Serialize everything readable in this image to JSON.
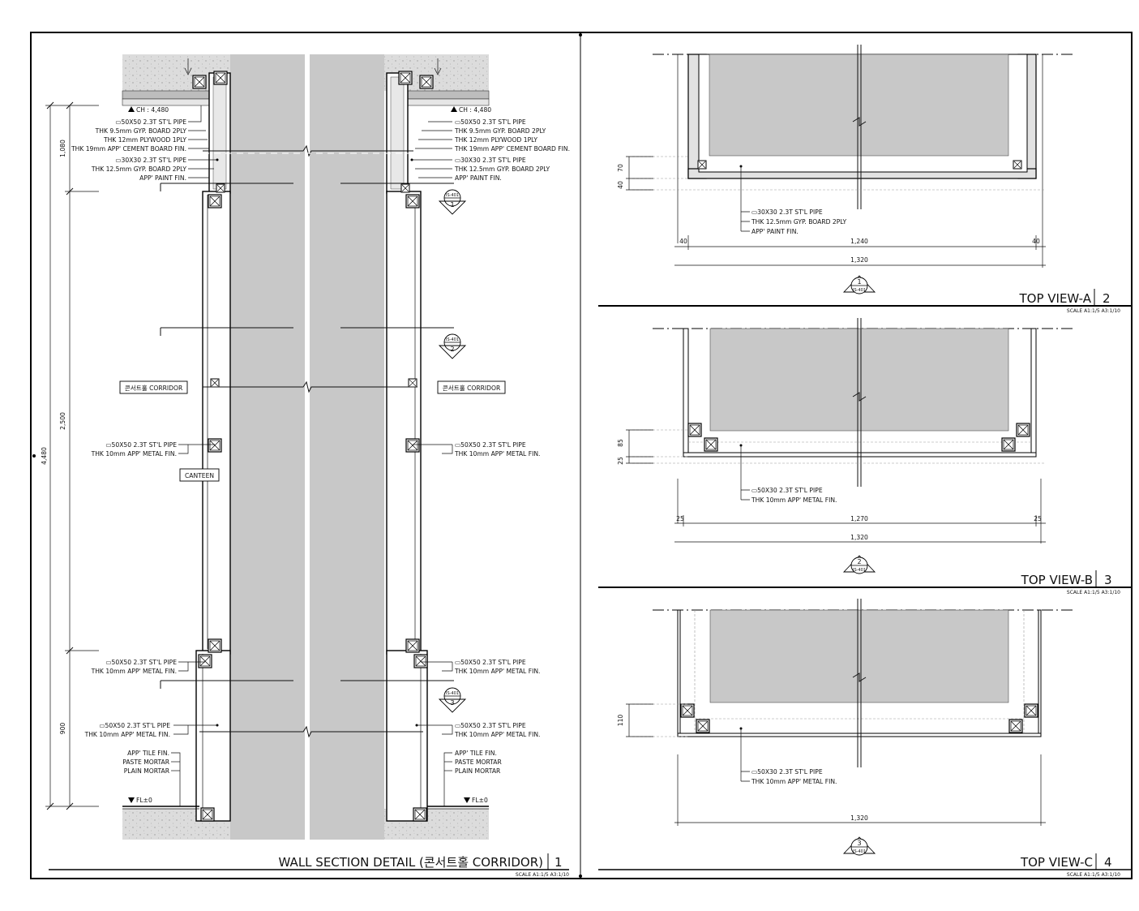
{
  "wall_section": {
    "title": "WALL SECTION DETAIL (콘서트홀 CORRIDOR)",
    "number": "1",
    "scale": "SCALE A1:1/5  A3:1/10",
    "ch_left": "CH : 4,480",
    "ch_right": "CH : 4,480",
    "fl_left": "FL±0",
    "fl_right": "FL±0",
    "corridor_left": "콘서트홀 CORRIDOR",
    "corridor_right": "콘서트홀 CORRIDOR",
    "canteen": "CANTEEN",
    "dims": {
      "total": "4,480",
      "d1": "1,080",
      "d2": "2,500",
      "d3": "900"
    },
    "notes_top_left": [
      "▭50X50 2.3T ST'L PIPE",
      "THK 9.5mm GYP. BOARD 2PLY",
      "THK 12mm PLYWOOD 1PLY",
      "THK 19mm APP' CEMENT BOARD FIN."
    ],
    "notes_top_right": [
      "▭50X50 2.3T ST'L PIPE",
      "THK 9.5mm GYP. BOARD 2PLY",
      "THK 12mm PLYWOOD 1PLY",
      "THK 19mm APP' CEMENT BOARD FIN."
    ],
    "notes_mid_left": [
      "▭30X30 2.3T ST'L PIPE",
      "THK 12.5mm GYP. BOARD 2PLY",
      "APP' PAINT FIN."
    ],
    "notes_mid_right": [
      "▭30X30 2.3T ST'L PIPE",
      "THK 12.5mm GYP. BOARD 2PLY",
      "APP' PAINT FIN."
    ],
    "notes_pipe_left": [
      "▭50X50 2.3T ST'L PIPE",
      "THK 10mm APP' METAL FIN."
    ],
    "notes_pipe_right": [
      "▭50X50 2.3T ST'L PIPE",
      "THK 10mm APP' METAL FIN."
    ],
    "notes_low1_left": [
      "▭50X50 2.3T ST'L PIPE",
      "THK 10mm APP' METAL FIN."
    ],
    "notes_low1_right": [
      "▭50X50 2.3T ST'L PIPE",
      "THK 10mm APP' METAL FIN."
    ],
    "notes_low2_left": [
      "▭50X50 2.3T ST'L PIPE",
      "THK 10mm APP' METAL FIN."
    ],
    "notes_low2_right": [
      "▭50X50 2.3T ST'L PIPE",
      "THK 10mm APP' METAL FIN."
    ],
    "notes_base_left": [
      "APP' TILE FIN.",
      "PASTE MORTAR",
      "PLAIN MORTAR"
    ],
    "notes_base_right": [
      "APP' TILE FIN.",
      "PASTE MORTAR",
      "PLAIN MORTAR"
    ],
    "markers": [
      {
        "ref": "IS-401",
        "num": "1"
      },
      {
        "ref": "IS-401",
        "num": "2"
      },
      {
        "ref": "IS-401",
        "num": "3"
      }
    ]
  },
  "top_view_a": {
    "title": "TOP VIEW-A",
    "number": "2",
    "scale": "SCALE A1:1/5  A3:1/10",
    "notes": [
      "▭30X30 2.3T ST'L PIPE",
      "THK 12.5mm GYP. BOARD 2PLY",
      "APP' PAINT FIN."
    ],
    "dims": {
      "v1": "70",
      "v2": "40",
      "left": "40",
      "mid": "1,240",
      "right": "40",
      "total": "1,320"
    },
    "marker": {
      "ref": "IS-401",
      "num": "1"
    }
  },
  "top_view_b": {
    "title": "TOP VIEW-B",
    "number": "3",
    "scale": "SCALE A1:1/5  A3:1/10",
    "notes": [
      "▭50X30 2.3T ST'L PIPE",
      "THK 10mm APP' METAL FIN."
    ],
    "dims": {
      "v1": "85",
      "v2": "25",
      "left": "25",
      "mid": "1,270",
      "right": "25",
      "total": "1,320"
    },
    "marker": {
      "ref": "IS-401",
      "num": "2"
    }
  },
  "top_view_c": {
    "title": "TOP VIEW-C",
    "number": "4",
    "scale": "SCALE A1:1/5  A3:1/10",
    "notes": [
      "▭50X30 2.3T ST'L PIPE",
      "THK 10mm APP' METAL FIN."
    ],
    "dims": {
      "v1": "110",
      "total": "1,320"
    },
    "marker": {
      "ref": "IS-401",
      "num": "3"
    }
  }
}
